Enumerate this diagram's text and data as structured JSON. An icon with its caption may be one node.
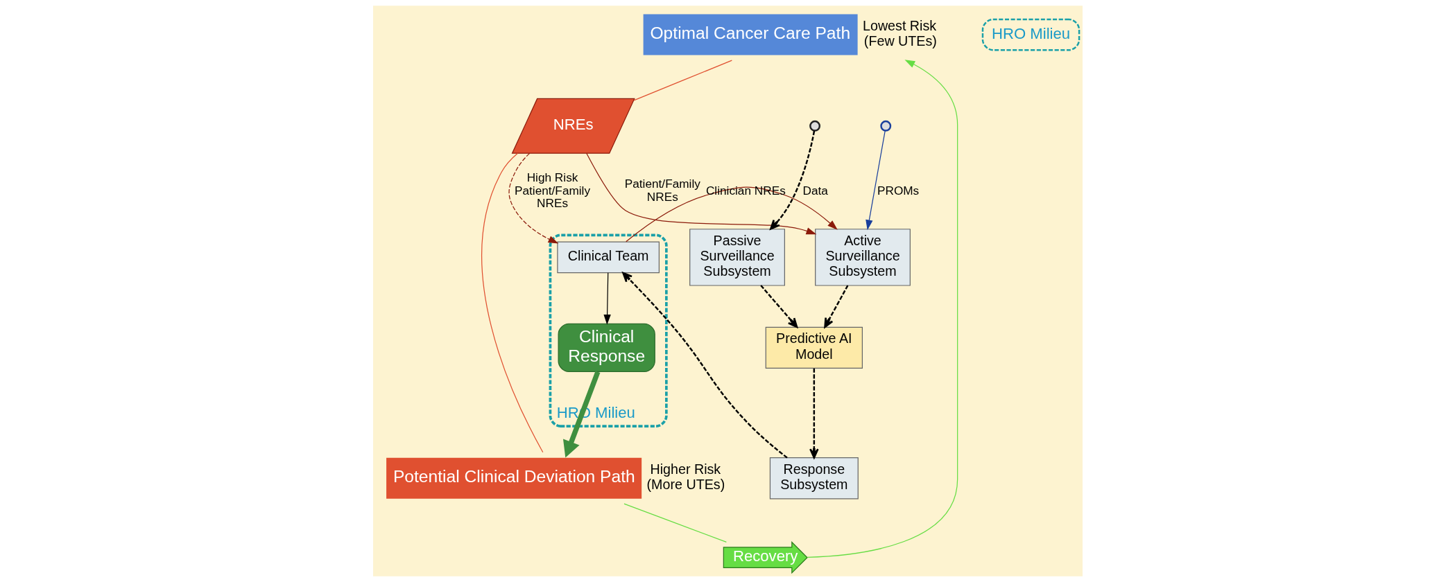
{
  "diagram": {
    "nodes": [
      {
        "text": [
          "Optimal Cancer Care Path"
        ],
        "beside": [
          "Lowest Risk (Few UTEs)"
        ]
      },
      {
        "text": [
          "NREs"
        ]
      },
      {
        "text": [
          "Potential Clinical Deviation Path"
        ],
        "beside": [
          "Higher Risk (More UTEs)"
        ]
      },
      {
        "text": [
          "Recovery"
        ]
      },
      {
        "text": [
          "HRO Milieu"
        ]
      },
      {
        "text": [],
        "shape": "circle"
      },
      {
        "text": [],
        "shape": "circle"
      },
      {
        "text": [
          "Active Surveillance Subsystem"
        ]
      },
      {
        "text": [
          "HRO Milieu"
        ]
      },
      {
        "text": [
          "Clinical Team"
        ],
        "in": 8
      },
      {
        "text": [
          "Clinical Response"
        ],
        "in": 8
      },
      {
        "text": [
          "Passive Surveillance Subsystem"
        ]
      },
      {
        "text": [
          "Predictive AI Model"
        ]
      },
      {
        "text": [
          "Response Subsystem"
        ]
      }
    ],
    "edges": [
      {
        "from": 0,
        "to": 1,
        "arrow": "none",
        "color": "#e05030"
      },
      {
        "from": 1,
        "to": 2,
        "arrow": "none",
        "color": "#e05030"
      },
      {
        "from": 2,
        "to": 3,
        "arrow": "none",
        "color": "#66dd44"
      },
      {
        "from": 3,
        "to": 0,
        "arrow": "to",
        "color": "#66dd44"
      },
      {
        "from": 5,
        "to": 11,
        "arrow": "to",
        "label": "Data",
        "style": "dashed"
      },
      {
        "from": 6,
        "to": 7,
        "arrow": "to",
        "label": "PROMs",
        "color": "#1a3f9c"
      },
      {
        "from": 1,
        "to": 7,
        "arrow": "to",
        "label": "Patient/Family NREs",
        "color": "#8b1a0a"
      },
      {
        "from": 1,
        "to": 9,
        "arrow": "to",
        "label": "High Risk Patient/Family NREs",
        "style": "dashed",
        "color": "#8b1a0a"
      },
      {
        "from": 9,
        "to": 7,
        "arrow": "to",
        "label": "Clinician NREs",
        "color": "#8b1a0a"
      },
      {
        "from": 9,
        "to": 10,
        "arrow": "to"
      },
      {
        "from": 10,
        "to": 2,
        "arrow": "to",
        "style": "thick",
        "color": "#3f8f3f"
      },
      {
        "from": 7,
        "to": 12,
        "arrow": "to",
        "style": "dashed"
      },
      {
        "from": 11,
        "to": 12,
        "arrow": "to",
        "style": "dashed"
      },
      {
        "from": 12,
        "to": 13,
        "arrow": "to",
        "style": "dashed"
      },
      {
        "from": 13,
        "to": 9,
        "arrow": "to",
        "style": "dashed"
      }
    ]
  }
}
